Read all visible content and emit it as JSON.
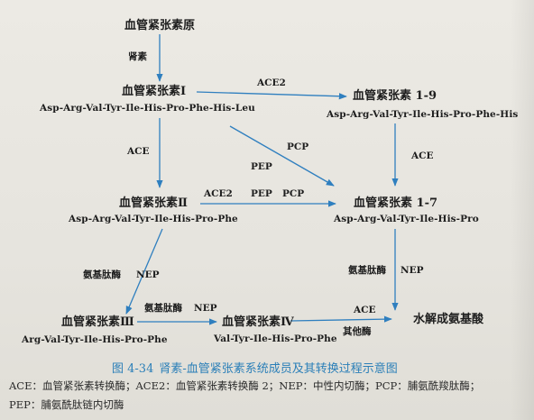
{
  "nodes": {
    "angiotensinogen": {
      "title": "血管紧张素原"
    },
    "ang1": {
      "title": "血管紧张素Ⅰ",
      "sequence": "Asp-Arg-Val-Tyr-Ile-His-Pro-Phe-His-Leu"
    },
    "ang1_9": {
      "title": "血管紧张素 1-9",
      "sequence": "Asp-Arg-Val-Tyr-Ile-His-Pro-Phe-His"
    },
    "ang2": {
      "title": "血管紧张素Ⅱ",
      "sequence": "Asp-Arg-Val-Tyr-Ile-His-Pro-Phe"
    },
    "ang1_7": {
      "title": "血管紧张素 1-7",
      "sequence": "Asp-Arg-Val-Tyr-Ile-His-Pro"
    },
    "ang3": {
      "title": "血管紧张素Ⅲ",
      "sequence": "Arg-Val-Tyr-Ile-His-Pro-Phe"
    },
    "ang4": {
      "title": "血管紧张素Ⅳ",
      "sequence": "Val-Tyr-Ile-His-Pro-Phe"
    },
    "amino_acids": {
      "title": "水解成氨基酸"
    }
  },
  "edge_labels": {
    "renin": "肾素",
    "ace2_top": "ACE2",
    "ace_left": "ACE",
    "pcp_diag": "PCP",
    "pep_diag": "PEP",
    "ace_right": "ACE",
    "ace2_mid": "ACE2",
    "pep_mid": "PEP",
    "pcp_mid": "PCP",
    "aminopeptidase_left": "氨基肽酶",
    "nep_left": "NEP",
    "aminopeptidase_right": "氨基肽酶",
    "nep_right": "NEP",
    "aminopeptidase_bottom": "氨基肽酶",
    "nep_bottom": "NEP",
    "ace_bottom": "ACE",
    "other_enzymes": "其他酶"
  },
  "caption": {
    "number": "图 4-34",
    "text": "肾素-血管紧张素系统成员及其转换过程示意图"
  },
  "legend": {
    "line1": "ACE：血管紧张素转换酶；ACE2：血管紧张素转换酶 2；NEP：中性内切酶；PCP：脯氨酰羧肽酶；",
    "line2": "PEP：脯氨酰肽链内切酶"
  },
  "top_fragment": "",
  "colors": {
    "arrow": "#2f7fbf",
    "caption": "#2b7fb8"
  }
}
